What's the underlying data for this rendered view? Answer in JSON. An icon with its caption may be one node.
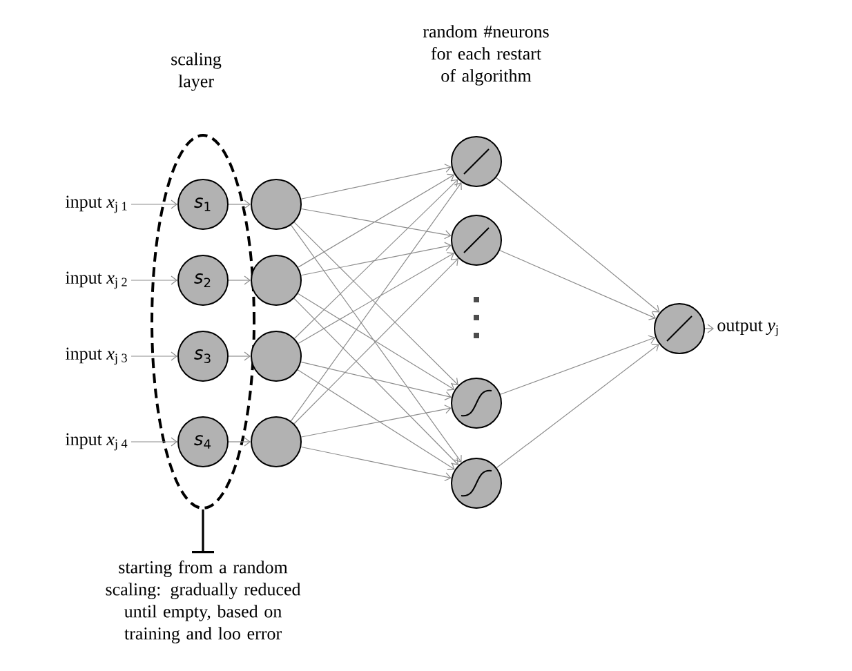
{
  "diagram": {
    "nodes": [
      {
        "text": [
          "input *x*$_{j 1}$"
        ]
      },
      {
        "text": [
          "input *x*$_{j 2}$"
        ]
      },
      {
        "text": [
          "input *x*$_{j 3}$"
        ]
      },
      {
        "text": [
          "input *x*$_{j 4}$"
        ]
      },
      {
        "text": [],
        "shape": "ellipse",
        "beside": [
          "scaling layer"
        ]
      },
      {
        "text": [
          "*s*$_{1}$"
        ],
        "in": 4
      },
      {
        "text": [
          "*s*$_{2}$"
        ],
        "in": 4
      },
      {
        "text": [
          "*s*$_{3}$"
        ],
        "in": 4
      },
      {
        "text": [
          "*s*$_{4}$"
        ],
        "in": 4
      },
      {
        "text": [],
        "shape": "circle"
      },
      {
        "text": [],
        "shape": "circle"
      },
      {
        "text": [],
        "shape": "circle"
      },
      {
        "text": [],
        "shape": "circle"
      },
      {
        "text": [],
        "shape": "circle"
      },
      {
        "text": [],
        "shape": "circle"
      },
      {
        "text": [],
        "shape": "circle"
      },
      {
        "text": [],
        "shape": "circle"
      },
      {
        "text": [],
        "shape": "circle"
      },
      {
        "text": [
          "output *y*$_{j}$"
        ]
      },
      {
        "text": [
          "starting from a random scaling: gradually reduced until empty, based on training and loo error"
        ]
      }
    ],
    "edges": [
      {
        "from": 0,
        "to": 5,
        "arrow": "to"
      },
      {
        "from": 1,
        "to": 6,
        "arrow": "to"
      },
      {
        "from": 2,
        "to": 7,
        "arrow": "to"
      },
      {
        "from": 3,
        "to": 8,
        "arrow": "to"
      },
      {
        "from": 5,
        "to": 9,
        "arrow": "to"
      },
      {
        "from": 6,
        "to": 10,
        "arrow": "to"
      },
      {
        "from": 7,
        "to": 11,
        "arrow": "to"
      },
      {
        "from": 8,
        "to": 12,
        "arrow": "to"
      },
      {
        "from": 9,
        "to": 13,
        "arrow": "to"
      },
      {
        "from": 9,
        "to": 14,
        "arrow": "to"
      },
      {
        "from": 9,
        "to": 15,
        "arrow": "to"
      },
      {
        "from": 9,
        "to": 16,
        "arrow": "to"
      },
      {
        "from": 10,
        "to": 13,
        "arrow": "to"
      },
      {
        "from": 10,
        "to": 14,
        "arrow": "to"
      },
      {
        "from": 10,
        "to": 15,
        "arrow": "to"
      },
      {
        "from": 10,
        "to": 16,
        "arrow": "to"
      },
      {
        "from": 11,
        "to": 13,
        "arrow": "to"
      },
      {
        "from": 11,
        "to": 14,
        "arrow": "to"
      },
      {
        "from": 11,
        "to": 15,
        "arrow": "to"
      },
      {
        "from": 11,
        "to": 16,
        "arrow": "to"
      },
      {
        "from": 12,
        "to": 13,
        "arrow": "to"
      },
      {
        "from": 12,
        "to": 14,
        "arrow": "to"
      },
      {
        "from": 12,
        "to": 15,
        "arrow": "to"
      },
      {
        "from": 12,
        "to": 16,
        "arrow": "to"
      },
      {
        "from": 13,
        "to": 17,
        "arrow": "to"
      },
      {
        "from": 14,
        "to": 17,
        "arrow": "to"
      },
      {
        "from": 15,
        "to": 17,
        "arrow": "to"
      },
      {
        "from": 16,
        "to": 17,
        "arrow": "to"
      },
      {
        "from": 17,
        "to": 18,
        "arrow": "to"
      },
      {
        "from": 4,
        "to": 19,
        "arrow": "none",
        "color": "#000000"
      }
    ],
    "labels": [
      "random #neurons for each restart of algorithm"
    ]
  }
}
